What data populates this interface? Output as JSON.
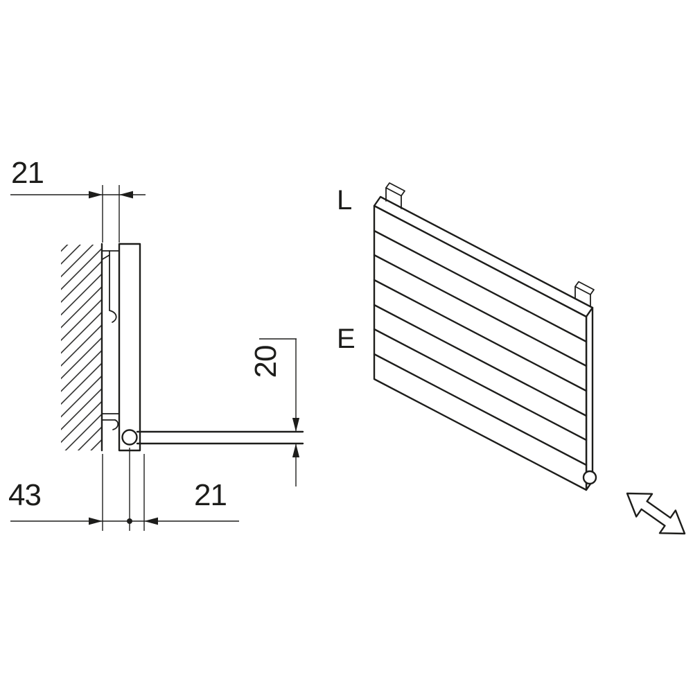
{
  "drawing": {
    "background": "#ffffff",
    "ink": "#1d1d1b",
    "side_view": {
      "dim_top_wall_to_panel": "21",
      "dim_pipe_spacing": "20",
      "dim_wall_to_pipe_axis": "43",
      "dim_pipe_axis_to_front": "21"
    },
    "iso_view": {
      "label_top": "L",
      "label_side": "E"
    }
  }
}
